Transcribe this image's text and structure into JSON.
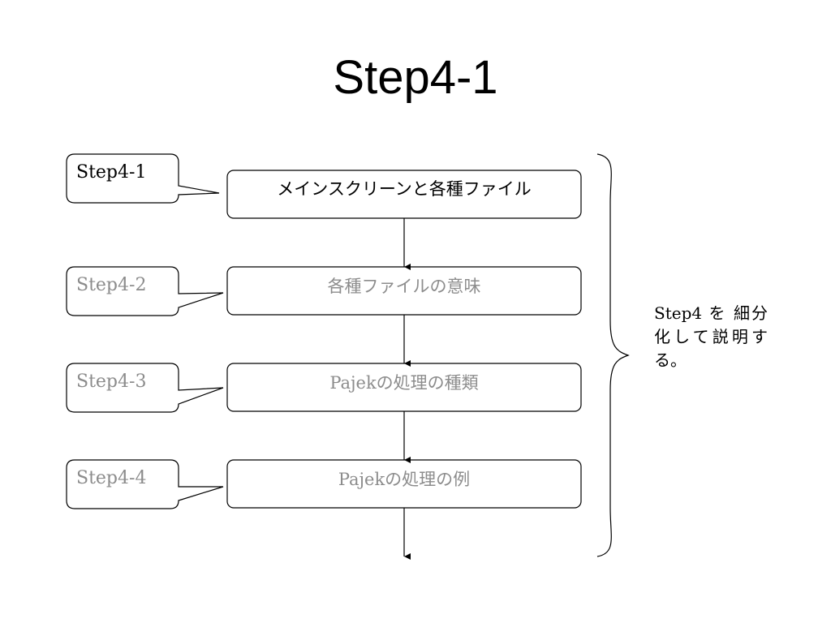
{
  "title": "Step4-1",
  "steps": [
    {
      "callout": "Step4-1",
      "label": "メインスクリーンと各種ファイル",
      "active": true
    },
    {
      "callout": "Step4-2",
      "label": "各種ファイルの意味",
      "active": false
    },
    {
      "callout": "Step4-3",
      "label": "Pajekの処理の種類",
      "active": false
    },
    {
      "callout": "Step4-4",
      "label": "Pajekの処理の例",
      "active": false
    }
  ],
  "side_note": "Step4 を 細分化して説明する。",
  "colors": {
    "active_text": "#000000",
    "inactive_text": "#8c8c8c",
    "stroke": "#000000"
  }
}
